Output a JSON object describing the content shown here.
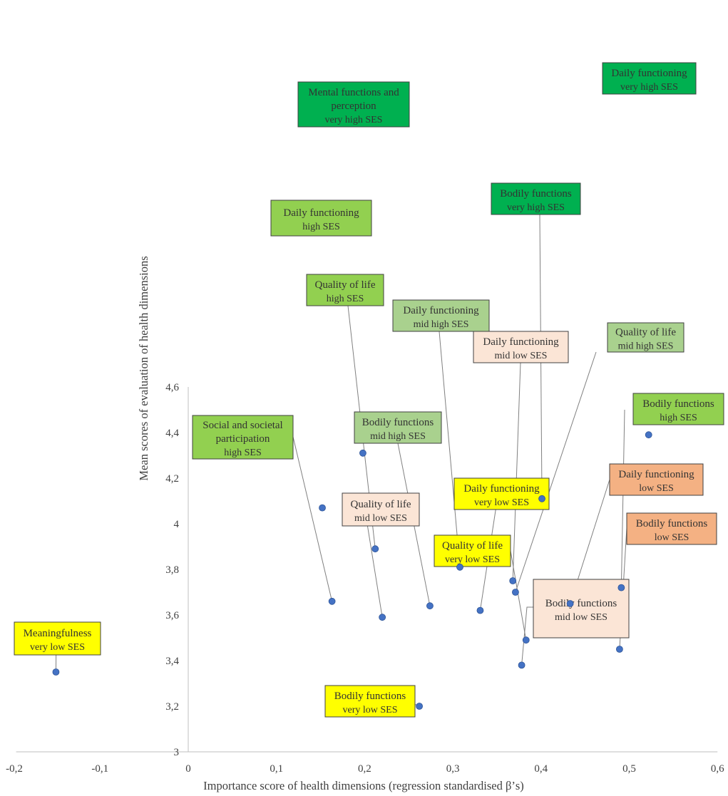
{
  "chart_data": {
    "type": "scatter",
    "title": "",
    "xlabel": "Importance score of health dimensions (regression standardised β’s)",
    "ylabel": "Mean scores of  evaluation of health dimensions",
    "xlim": [
      -0.2,
      0.6
    ],
    "ylim": [
      3,
      4.6
    ],
    "x_ticks": [
      "-0,2",
      "-0,1",
      "0",
      "0,1",
      "0,2",
      "0,3",
      "0,4",
      "0,5",
      "0,6"
    ],
    "y_ticks": [
      "3",
      "3,2",
      "3,4",
      "3,6",
      "3,8",
      "4",
      "4,2",
      "4,4",
      "4,6"
    ],
    "grid": false,
    "marker_color": "#4472c4",
    "group_colors": {
      "very high SES": "#00b050",
      "high SES": "#92d050",
      "mid high SES": "#a9d18e",
      "mid low SES": "#fbe5d6",
      "low SES": "#f4b183",
      "very low SES": "#ffff00"
    },
    "points": [
      {
        "x": 0.522,
        "y": 4.39,
        "dimension": "Daily functioning",
        "group": "very high SES"
      },
      {
        "x": 0.198,
        "y": 4.31,
        "dimension": "Mental functions and perception",
        "group": "very high SES"
      },
      {
        "x": 0.401,
        "y": 4.11,
        "dimension": "Bodily functions",
        "group": "very high SES"
      },
      {
        "x": 0.152,
        "y": 4.07,
        "dimension": "Daily functioning",
        "group": "high SES"
      },
      {
        "x": 0.212,
        "y": 3.89,
        "dimension": "Quality of life",
        "group": "high SES"
      },
      {
        "x": 0.308,
        "y": 3.81,
        "dimension": "Daily functioning",
        "group": "mid high SES"
      },
      {
        "x": 0.368,
        "y": 3.75,
        "dimension": "Daily functioning",
        "group": "mid low SES"
      },
      {
        "x": 0.371,
        "y": 3.7,
        "dimension": "Quality of life",
        "group": "mid high SES"
      },
      {
        "x": 0.491,
        "y": 3.72,
        "dimension": "Bodily functions",
        "group": "high SES"
      },
      {
        "x": 0.163,
        "y": 3.66,
        "dimension": "Social and societal participation",
        "group": "high SES"
      },
      {
        "x": 0.274,
        "y": 3.64,
        "dimension": "Bodily functions",
        "group": "mid high SES"
      },
      {
        "x": 0.433,
        "y": 3.65,
        "dimension": "Daily functioning",
        "group": "low SES"
      },
      {
        "x": 0.331,
        "y": 3.62,
        "dimension": "Daily functioning",
        "group": "very low SES"
      },
      {
        "x": 0.22,
        "y": 3.59,
        "dimension": "Quality of life",
        "group": "mid low SES"
      },
      {
        "x": 0.383,
        "y": 3.49,
        "dimension": "Quality of life",
        "group": "very low SES"
      },
      {
        "x": 0.489,
        "y": 3.45,
        "dimension": "Bodily functions",
        "group": "low SES"
      },
      {
        "x": 0.378,
        "y": 3.38,
        "dimension": "Bodily functions",
        "group": "mid low SES"
      },
      {
        "x": -0.15,
        "y": 3.35,
        "dimension": "Meaningfulness",
        "group": "very low SES"
      },
      {
        "x": 0.262,
        "y": 3.2,
        "dimension": "Bodily functions",
        "group": "very low SES"
      }
    ]
  }
}
